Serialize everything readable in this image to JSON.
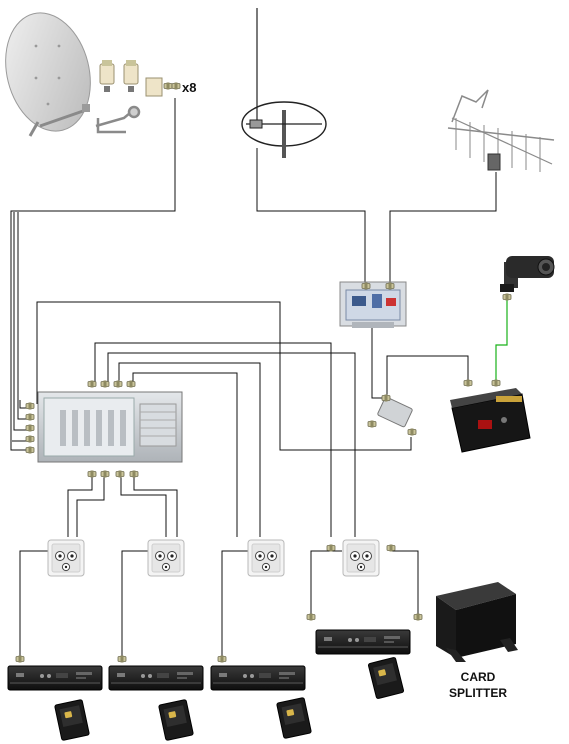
{
  "labels": {
    "lnb_count": "x8",
    "card_splitter_line1": "CARD",
    "card_splitter_line2": "SPLITTER"
  },
  "colors": {
    "cable": "#111111",
    "video_cable": "#19b219",
    "connector": "#b9b48a",
    "receiver_body": "#1c1c1c",
    "device_grey": "#c8ccd0",
    "board_blue": "#3c5a8c"
  },
  "icons": [
    "satellite-dish-icon",
    "lnb-icon",
    "f-connector-icon",
    "fm-antenna-icon",
    "uhf-antenna-icon",
    "amplifier-icon",
    "security-camera-icon",
    "splitter-icon",
    "modulator-icon",
    "multiswitch-icon",
    "wall-outlet-icon",
    "satellite-receiver-icon",
    "smart-card-icon",
    "card-splitter-icon"
  ]
}
